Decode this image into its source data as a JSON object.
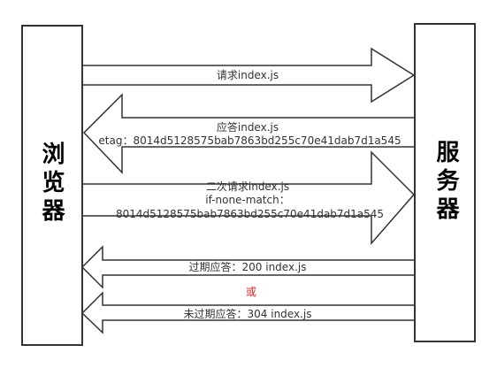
{
  "browser": {
    "label": "浏览器"
  },
  "server": {
    "label": "服务器"
  },
  "arrows": {
    "request1": {
      "label": "请求index.js"
    },
    "response1": {
      "label_line1": "应答index.js",
      "label_line2": "etag：8014d5128575bab7863bd255c70e41dab7d1a545"
    },
    "request2": {
      "label_line1": "二次请求index.js",
      "label_line2": "if-none-match：",
      "label_line3": "8014d5128575bab7863bd255c70e41dab7d1a545"
    },
    "response2a": {
      "label": "过期应答：200 index.js"
    },
    "or": {
      "label": "或"
    },
    "response2b": {
      "label": "未过期应答：304 index.js"
    }
  },
  "colors": {
    "stroke": "#333333",
    "text": "#333333",
    "or_text": "#e02020",
    "fill": "#ffffff"
  }
}
